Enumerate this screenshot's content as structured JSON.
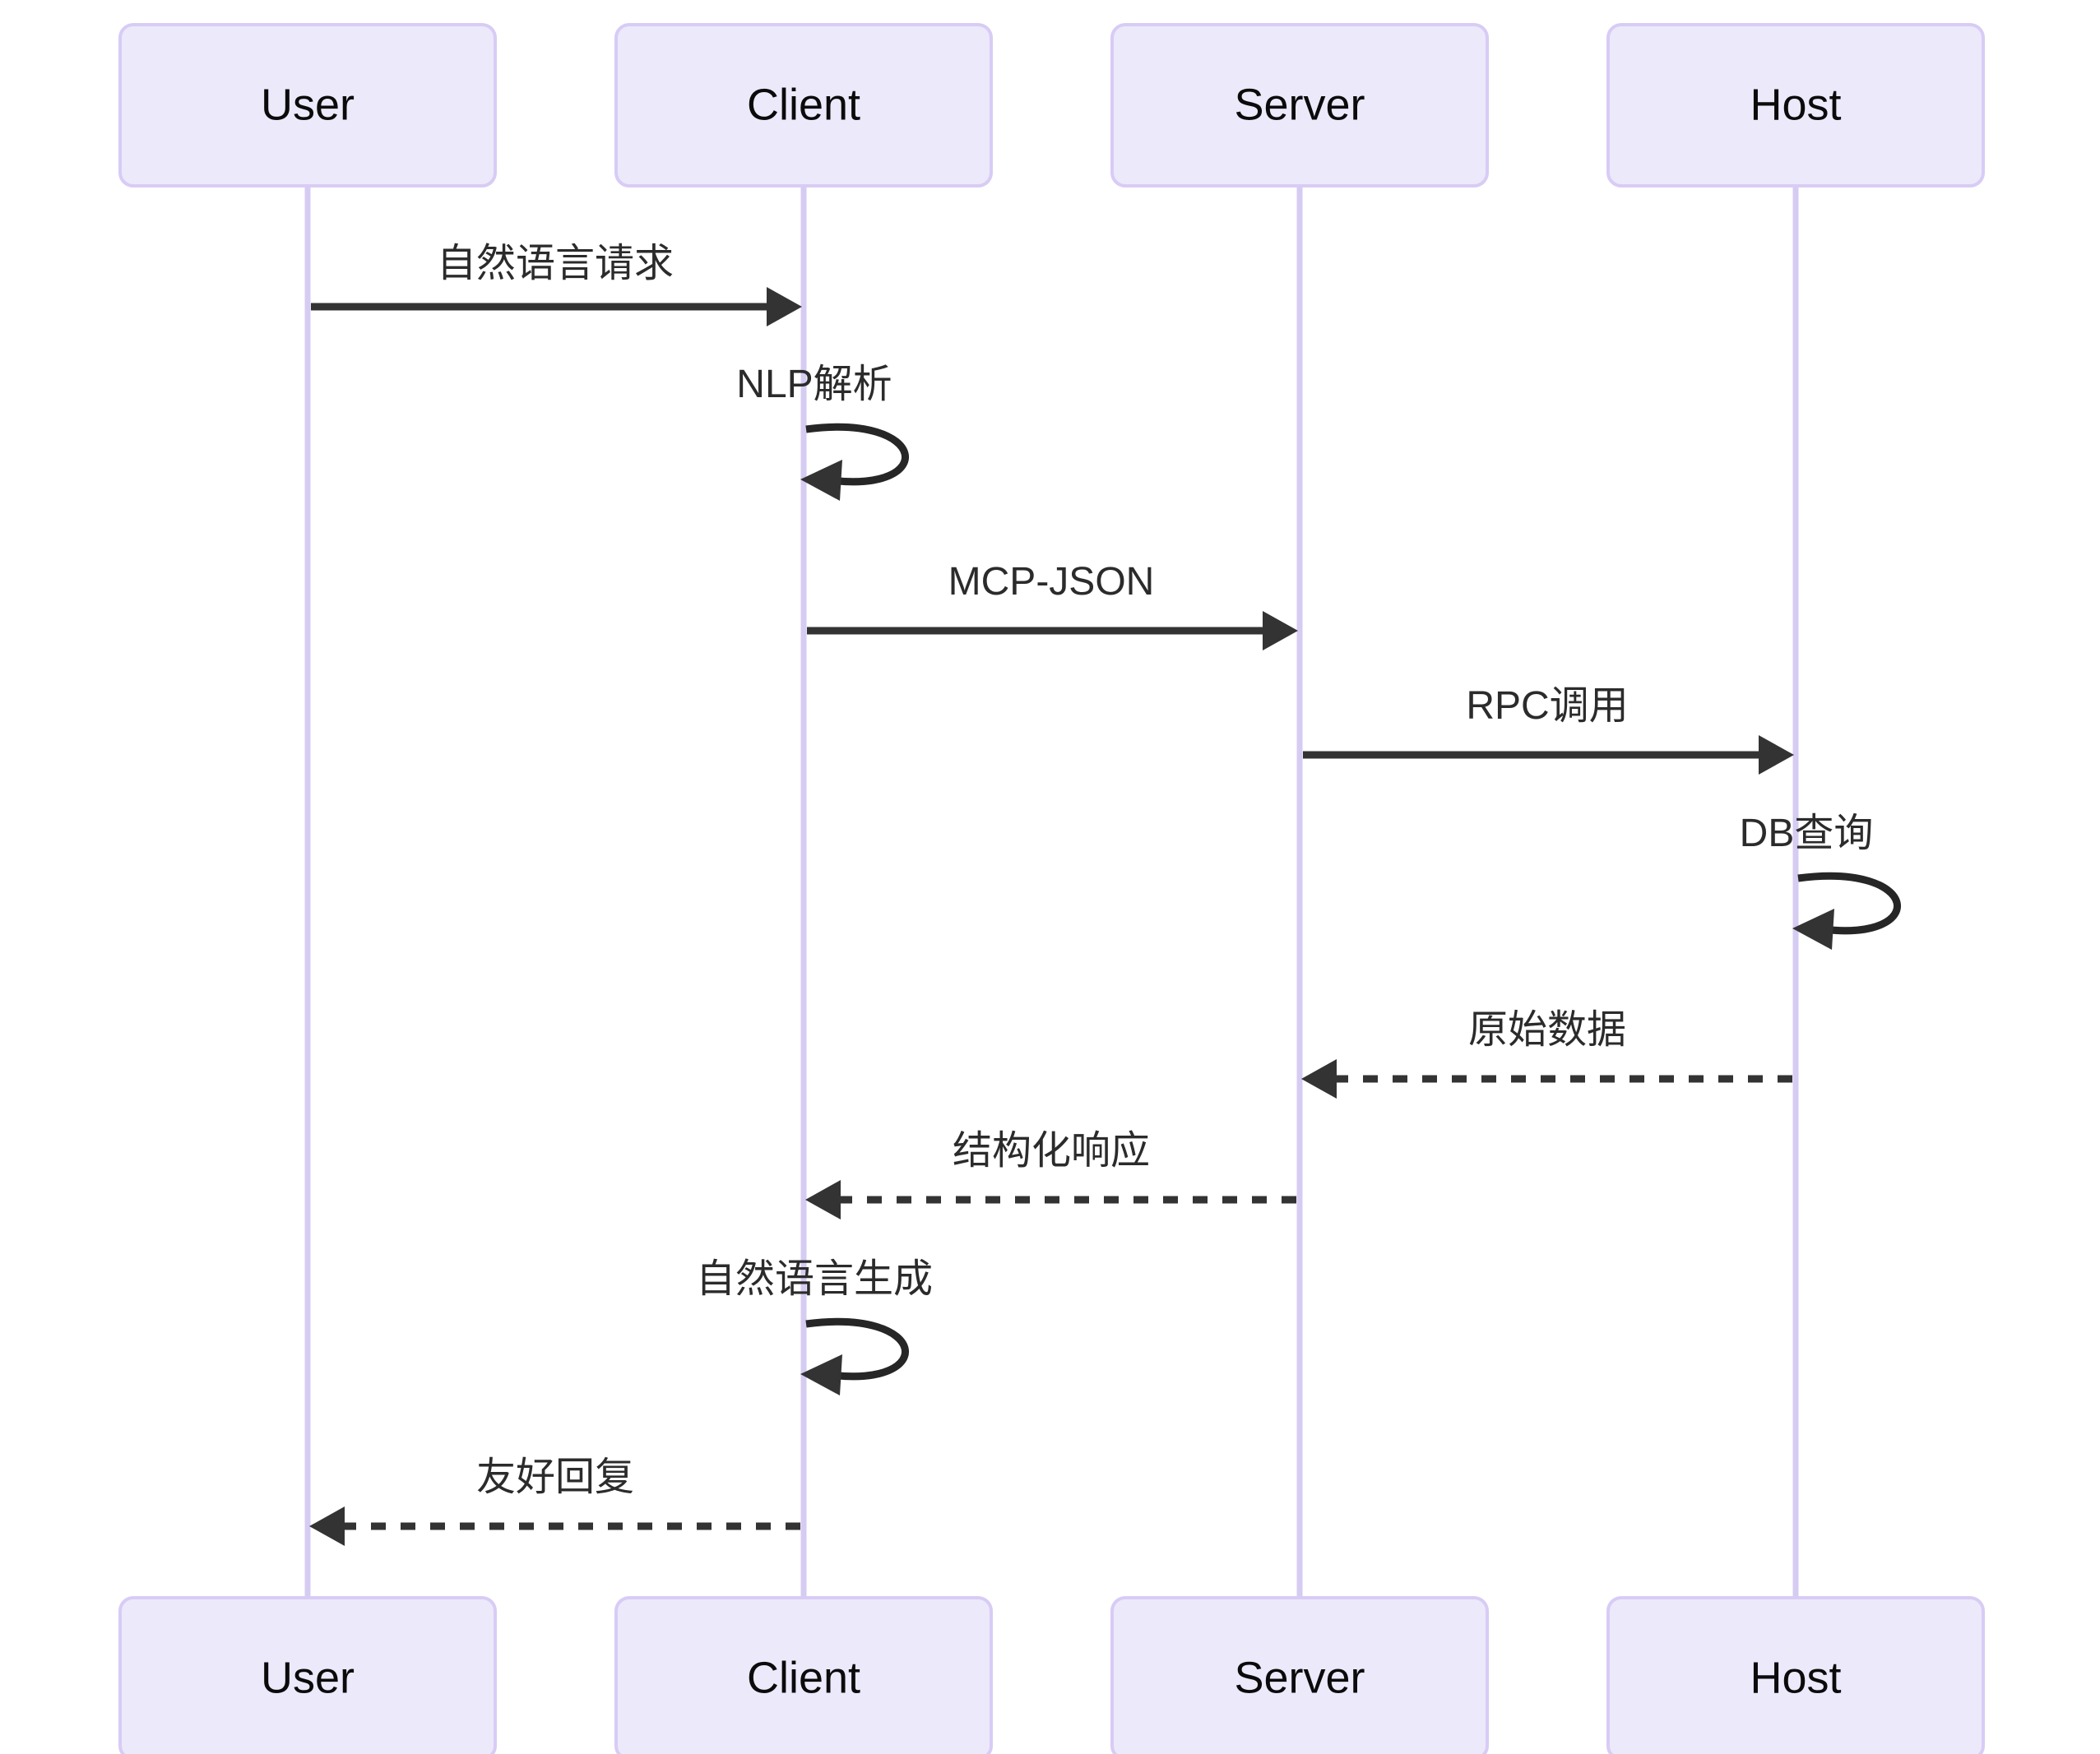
{
  "diagram": {
    "type": "sequence-diagram",
    "background_color": "#ffffff",
    "actor_box_fill": "#ECE9FB",
    "actor_box_border": "#D8CCF5",
    "lifeline_color": "#D6CCF2",
    "line_color": "#333333",
    "text_color": "#2b2b2b"
  },
  "actors": [
    {
      "id": "user",
      "label": "User"
    },
    {
      "id": "client",
      "label": "Client"
    },
    {
      "id": "server",
      "label": "Server"
    },
    {
      "id": "host",
      "label": "Host"
    }
  ],
  "actors_bottom": [
    {
      "id": "user",
      "label": "User"
    },
    {
      "id": "client",
      "label": "Client"
    },
    {
      "id": "server",
      "label": "Server"
    },
    {
      "id": "host",
      "label": "Host"
    }
  ],
  "messages": [
    {
      "index": 1,
      "from": "user",
      "to": "client",
      "label": "自然语言请求",
      "style": "solid",
      "kind": "call"
    },
    {
      "index": 2,
      "from": "client",
      "to": "client",
      "label": "NLP解析",
      "style": "solid",
      "kind": "self"
    },
    {
      "index": 3,
      "from": "client",
      "to": "server",
      "label": "MCP-JSON",
      "style": "solid",
      "kind": "call"
    },
    {
      "index": 4,
      "from": "server",
      "to": "host",
      "label": "RPC调用",
      "style": "solid",
      "kind": "call"
    },
    {
      "index": 5,
      "from": "host",
      "to": "host",
      "label": "DB查询",
      "style": "solid",
      "kind": "self"
    },
    {
      "index": 6,
      "from": "host",
      "to": "server",
      "label": "原始数据",
      "style": "dashed",
      "kind": "return"
    },
    {
      "index": 7,
      "from": "server",
      "to": "client",
      "label": "结构化响应",
      "style": "dashed",
      "kind": "return"
    },
    {
      "index": 8,
      "from": "client",
      "to": "client",
      "label": "自然语言生成",
      "style": "solid",
      "kind": "self"
    },
    {
      "index": 9,
      "from": "client",
      "to": "user",
      "label": "友好回复",
      "style": "dashed",
      "kind": "return"
    }
  ]
}
